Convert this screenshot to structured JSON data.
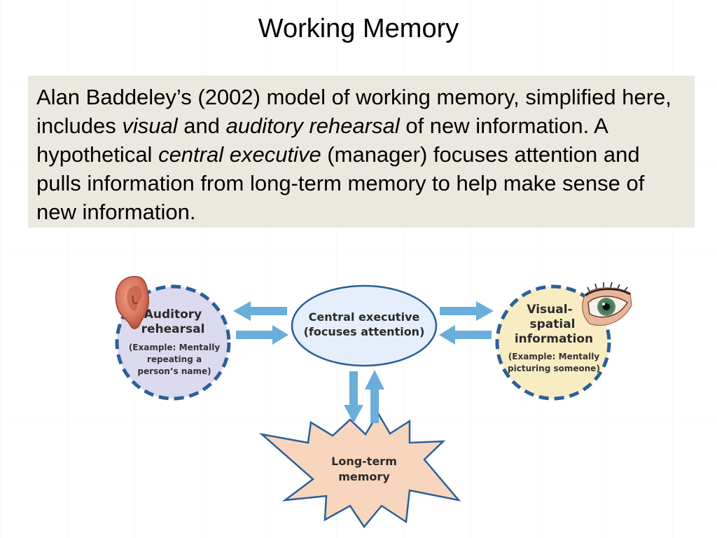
{
  "slide": {
    "title": "Working Memory"
  },
  "summary": {
    "part1": "Alan Baddeley’s (2002) model of working memory, simplified here, includes ",
    "visual": "visual",
    "and": " and ",
    "auditory": "auditory rehearsal",
    "part2": " of new information. A hypothetical ",
    "central": "central executive",
    "part3": " (manager) focuses attention and pulls information from long-term memory to help make sense of new information."
  },
  "diagram": {
    "auditory": {
      "line1": "Auditory",
      "line2": "rehearsal",
      "ex1": "(Example: Mentally",
      "ex2": "repeating a",
      "ex3": "person’s name)"
    },
    "central": {
      "line1": "Central executive",
      "line2": "(focuses attention)"
    },
    "visual": {
      "line1": "Visual-",
      "line2": "spatial",
      "line3": "information",
      "ex1": "(Example: Mentally",
      "ex2": "picturing someone)"
    },
    "longterm": {
      "line1": "Long-term",
      "line2": "memory"
    },
    "icons": {
      "ear": "ear-icon",
      "eye": "eye-icon"
    },
    "colors": {
      "arrow": "#6aaedc",
      "auditory_fill": "#dcdaee",
      "visual_fill": "#f8edc2",
      "central_fill": "#e4effb",
      "longterm_fill": "#f8d6bd",
      "dash_stroke": "#2b5f99"
    }
  }
}
